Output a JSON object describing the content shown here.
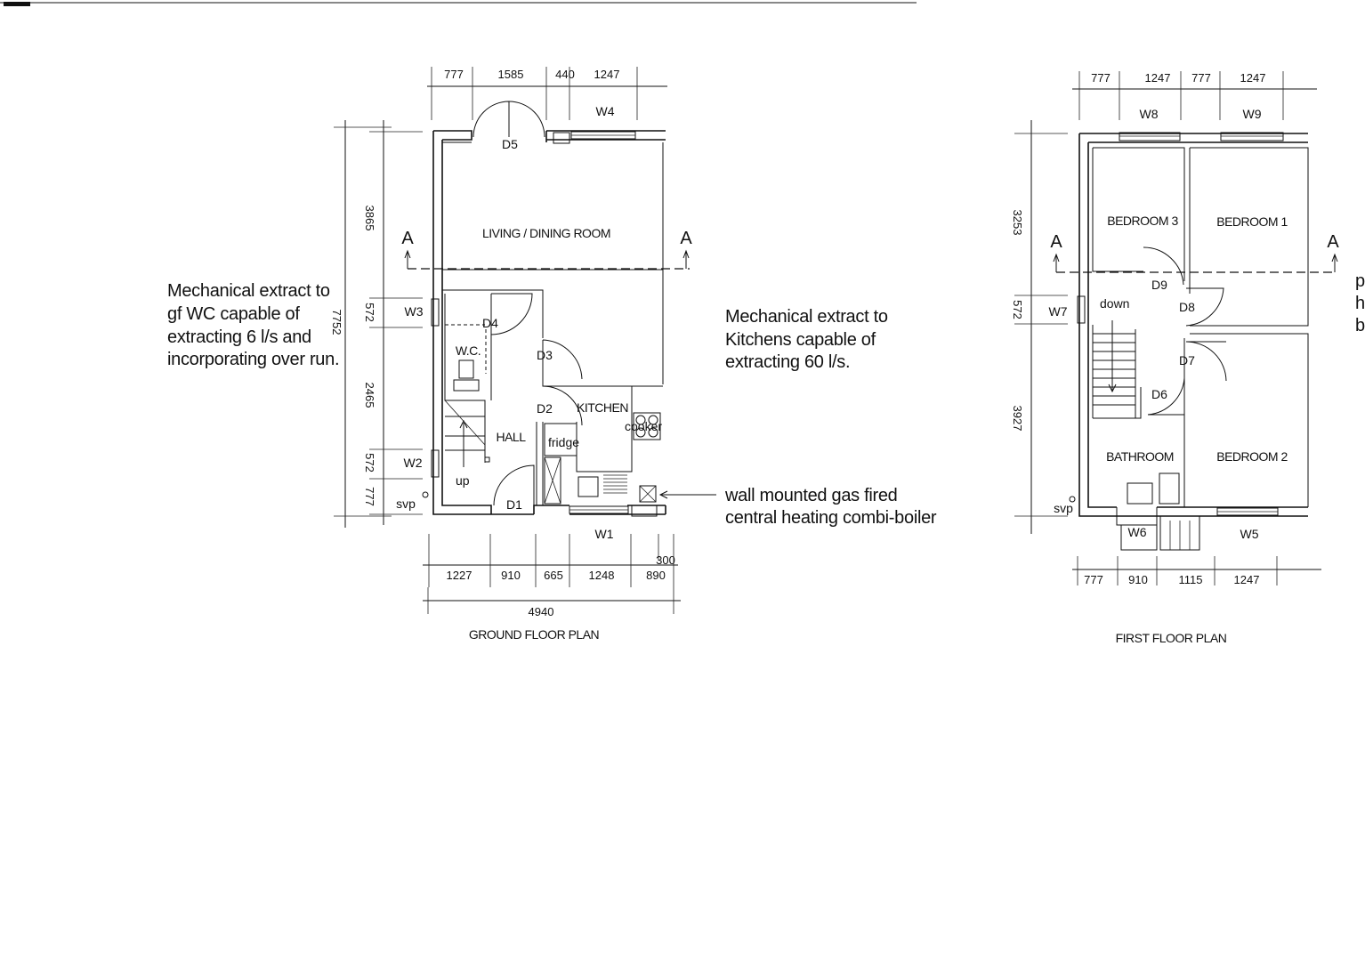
{
  "ground_floor": {
    "title": "GROUND FLOOR PLAN",
    "rooms": {
      "living": "LIVING / DINING ROOM",
      "wc": "W.C.",
      "hall": "HALL",
      "kitchen": "KITCHEN",
      "fridge": "fridge",
      "cooker": "cooker",
      "stairs": "up"
    },
    "doors": [
      "D1",
      "D2",
      "D3",
      "D4",
      "D5"
    ],
    "windows": [
      "W1",
      "W2",
      "W3",
      "W4"
    ],
    "svp": "svp",
    "section_marker": "A",
    "dimensions": {
      "top": [
        "777",
        "1585",
        "440",
        "1247"
      ],
      "left": [
        "3865",
        "572",
        "2465",
        "572",
        "777"
      ],
      "overall_depth": "7752",
      "bottom": [
        "1227",
        "910",
        "665",
        "1248",
        "890"
      ],
      "bottom_extra": "300",
      "overall_width": "4940"
    }
  },
  "first_floor": {
    "title": "FIRST FLOOR PLAN",
    "rooms": {
      "bedroom1": "BEDROOM 1",
      "bedroom2": "BEDROOM 2",
      "bedroom3": "BEDROOM 3",
      "bathroom": "BATHROOM",
      "stairs": "down"
    },
    "doors": [
      "D6",
      "D7",
      "D8",
      "D9"
    ],
    "windows": [
      "W5",
      "W6",
      "W7",
      "W8",
      "W9"
    ],
    "svp": "svp",
    "section_marker": "A",
    "dimensions": {
      "top": [
        "777",
        "1247",
        "777",
        "1247"
      ],
      "left": [
        "3253",
        "572",
        "3927"
      ],
      "bottom": [
        "777",
        "910",
        "1115",
        "1247"
      ]
    }
  },
  "notes": {
    "wc_extract": [
      "Mechanical extract to",
      "gf WC capable of",
      "extracting 6 l/s and",
      "incorporating over run."
    ],
    "kitchen_extract": [
      "Mechanical extract to",
      "Kitchens capable of",
      "extracting 60 l/s."
    ],
    "boiler": [
      "wall mounted gas fired",
      "central heating combi-boiler"
    ]
  },
  "edge_text": [
    "p",
    "h",
    "b"
  ]
}
